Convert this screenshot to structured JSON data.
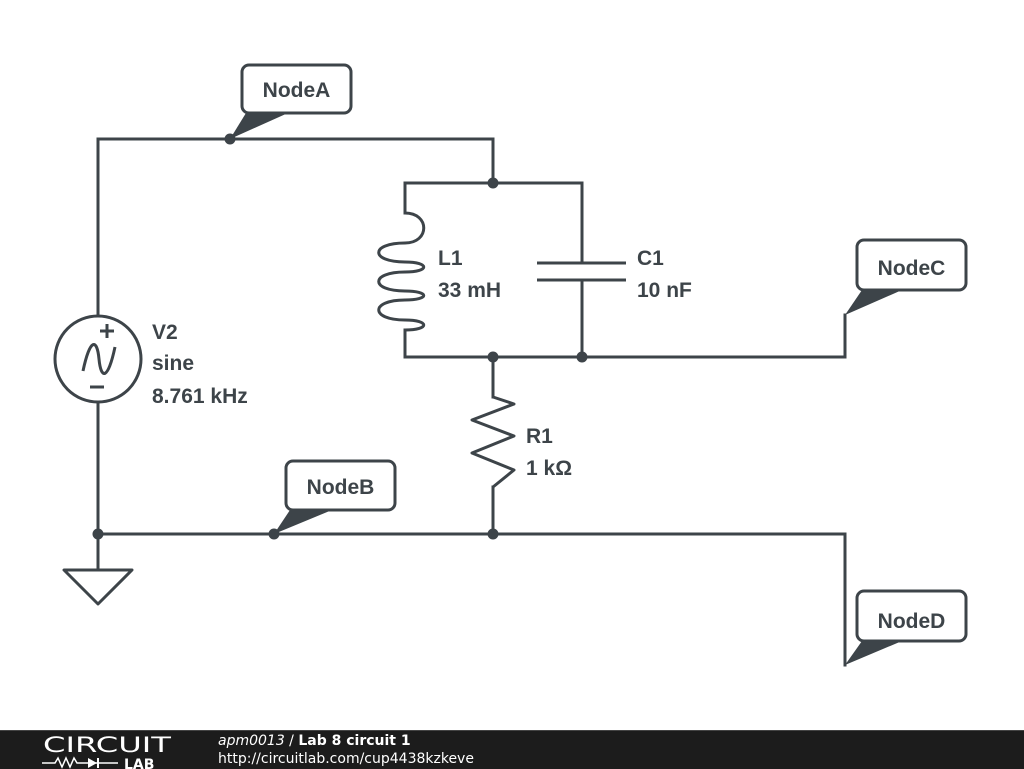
{
  "components": {
    "source": {
      "name": "V2",
      "type": "sine",
      "value": "8.761 kHz"
    },
    "inductor": {
      "name": "L1",
      "value": "33 mH"
    },
    "capacitor": {
      "name": "C1",
      "value": "10 nF"
    },
    "resistor": {
      "name": "R1",
      "value": "1 kΩ"
    }
  },
  "nodes": {
    "a": "NodeA",
    "b": "NodeB",
    "c": "NodeC",
    "d": "NodeD"
  },
  "footer": {
    "logo_top": "CIRCUIT",
    "logo_bottom": "LAB",
    "user": "apm0013",
    "separator": " / ",
    "title": "Lab 8 circuit 1",
    "url": "http://circuitlab.com/cup4438kzkeve"
  },
  "colors": {
    "ink": "#3d4449",
    "footer_bg": "#1c1c1c"
  }
}
